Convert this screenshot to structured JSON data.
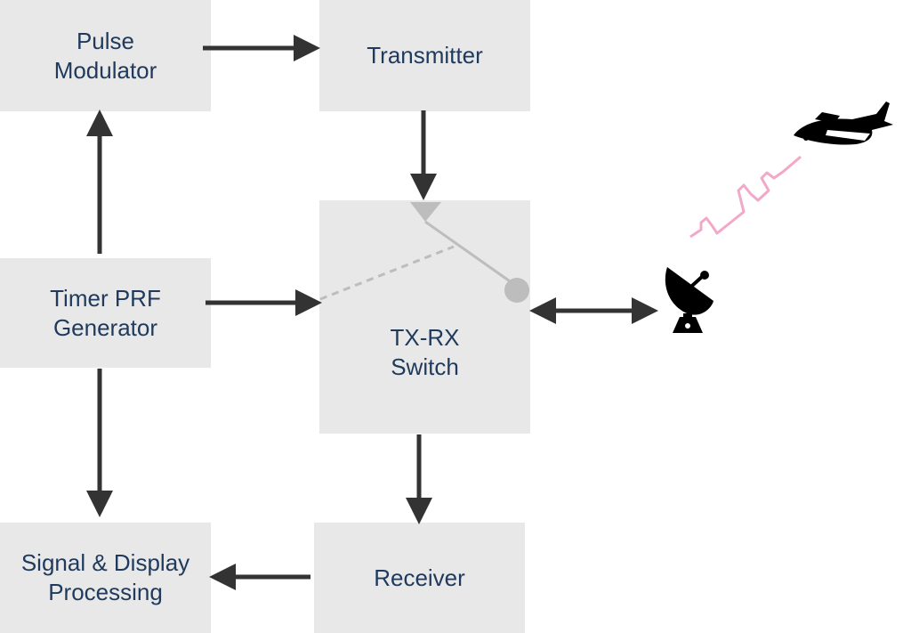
{
  "blocks": {
    "pulse_modulator": [
      "Pulse",
      "Modulator"
    ],
    "transmitter": [
      "Transmitter"
    ],
    "timer_prf": [
      "Timer PRF",
      "Generator"
    ],
    "txrx_switch": [
      "TX-RX",
      "Switch"
    ],
    "signal_display": [
      "Signal & Display",
      "Processing"
    ],
    "receiver": [
      "Receiver"
    ]
  },
  "icons": {
    "antenna": "radar-dish-icon",
    "target": "airplane-icon",
    "signal": "pulse-wave-icon"
  },
  "colors": {
    "block_fill": "#e8e8e8",
    "text": "#1f3a5c",
    "arrow": "#333333",
    "switch": "#bdbdbd",
    "pulse": "#f2a8c8"
  }
}
